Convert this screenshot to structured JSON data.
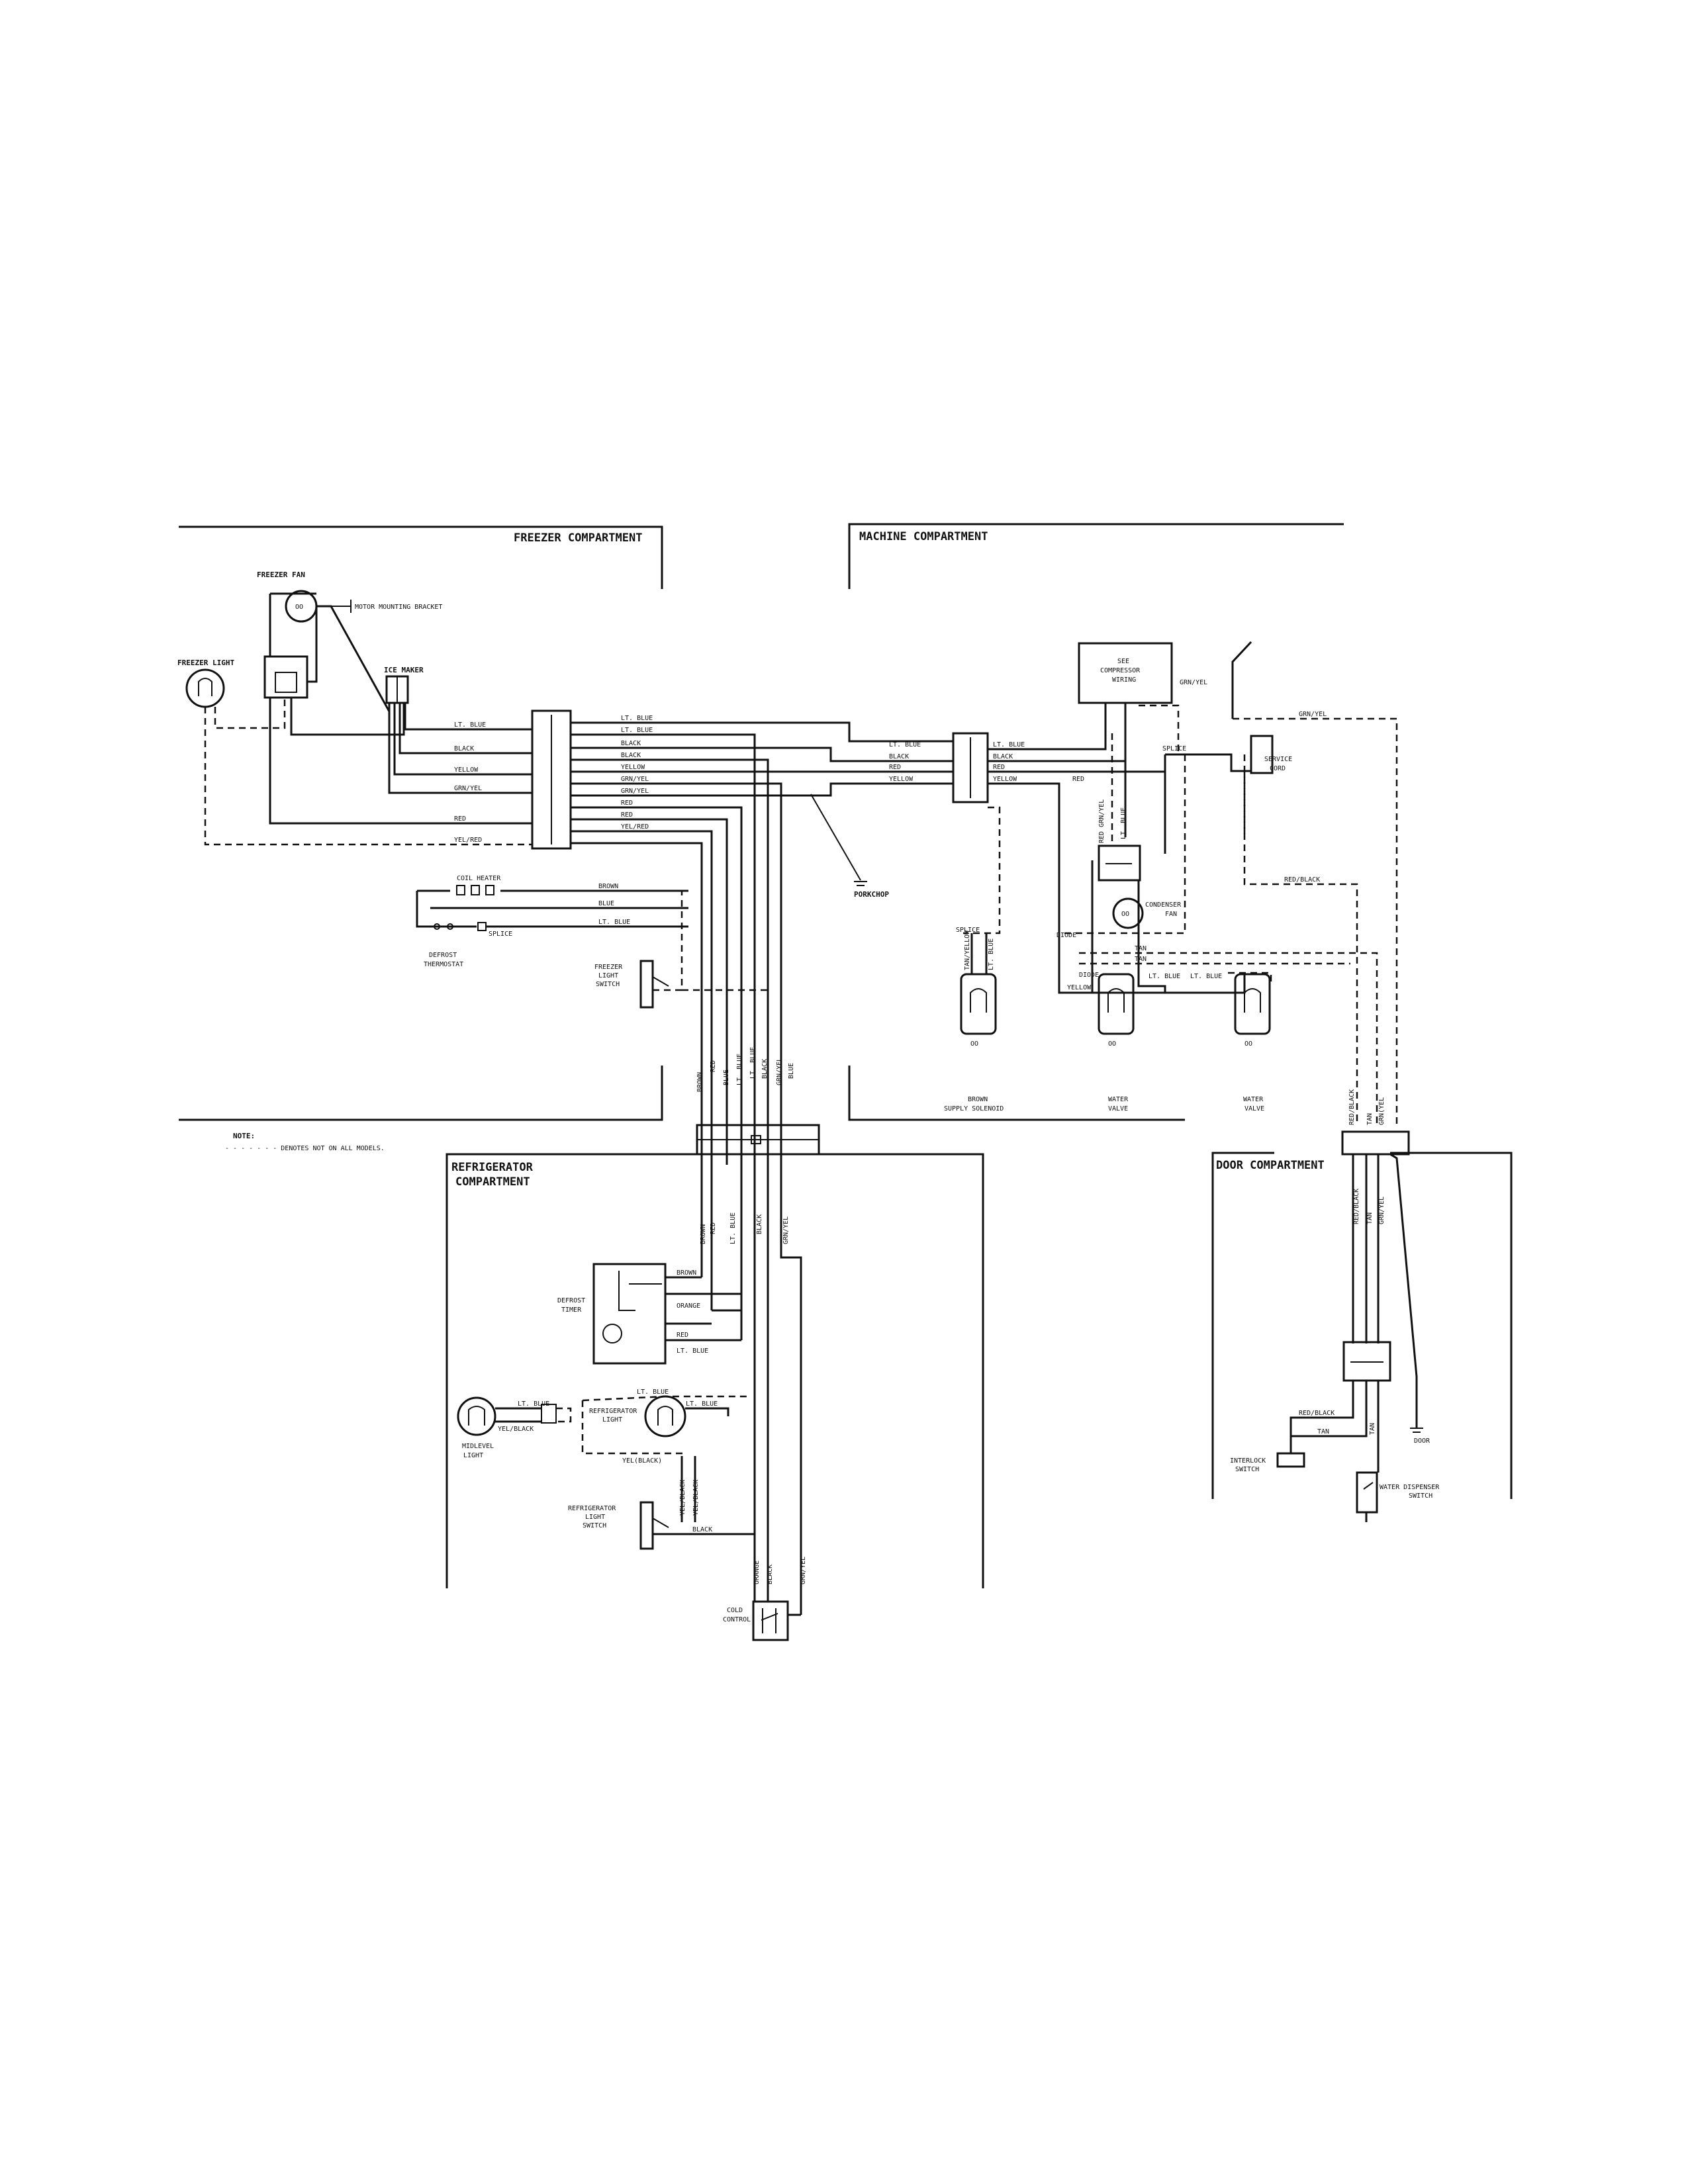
{
  "sections": {
    "freezer": "FREEZER COMPARTMENT",
    "machine": "MACHINE COMPARTMENT",
    "refrigerator_line1": "REFRIGERATOR",
    "refrigerator_line2": "COMPARTMENT",
    "door": "DOOR COMPARTMENT"
  },
  "note": {
    "title": "NOTE:",
    "text": "- - - - - - - DENOTES NOT ON ALL MODELS."
  },
  "components": {
    "freezer_fan": "FREEZER FAN",
    "motor_bracket": "MOTOR MOUNTING BRACKET",
    "freezer_light": "FREEZER LIGHT",
    "ice_maker": "ICE MAKER",
    "porkchop": "PORKCHOP",
    "coil_heater": "COIL HEATER",
    "splice": "SPLICE",
    "defrost_thermostat_1": "DEFROST",
    "defrost_thermostat_2": "THERMOSTAT",
    "freezer_light_switch_1": "FREEZER",
    "freezer_light_switch_2": "LIGHT",
    "freezer_light_switch_3": "SWITCH",
    "compressor_1": "SEE",
    "compressor_2": "COMPRESSOR",
    "compressor_3": "WIRING",
    "service_cord_1": "SERVICE",
    "service_cord_2": "CORD",
    "condenser_fan_1": "CONDENSER",
    "condenser_fan_2": "FAN",
    "diode": "DIODE",
    "supply_solenoid_1": "BROWN",
    "supply_solenoid_2": "SUPPLY SOLENOID",
    "water_valve_1a": "WATER",
    "water_valve_1b": "VALVE",
    "water_valve_2a": "WATER",
    "water_valve_2b": "VALVE",
    "defrost_timer_1": "DEFROST",
    "defrost_timer_2": "TIMER",
    "refrigerator_light_1": "REFRIGERATOR",
    "refrigerator_light_2": "LIGHT",
    "midlevel_light_1": "MIDLEVEL",
    "midlevel_light_2": "LIGHT",
    "ref_light_switch_1": "REFRIGERATOR",
    "ref_light_switch_2": "LIGHT",
    "ref_light_switch_3": "SWITCH",
    "cold_control_1": "COLD",
    "cold_control_2": "CONTROL",
    "interlock_switch_1": "INTERLOCK",
    "interlock_switch_2": "SWITCH",
    "door_ground": "DOOR",
    "water_dispenser_1": "WATER DISPENSER",
    "water_dispenser_2": "SWITCH"
  },
  "wires": {
    "lt_blue": "LT. BLUE",
    "black": "BLACK",
    "yellow": "YELLOW",
    "grn_yel": "GRN/YEL",
    "red": "RED",
    "yel_red": "YEL/RED",
    "brown": "BROWN",
    "blue": "BLUE",
    "orange": "ORANGE",
    "tan": "TAN",
    "red_black": "RED/BLACK",
    "yel_black": "YEL/BLACK",
    "yel_black_2": "YEL(BLACK)",
    "grn_yel_2": "GRN(YEL",
    "tan_yellow": "TAN/YELLOW",
    "red_grn_yel": "RED GRN/YEL"
  }
}
